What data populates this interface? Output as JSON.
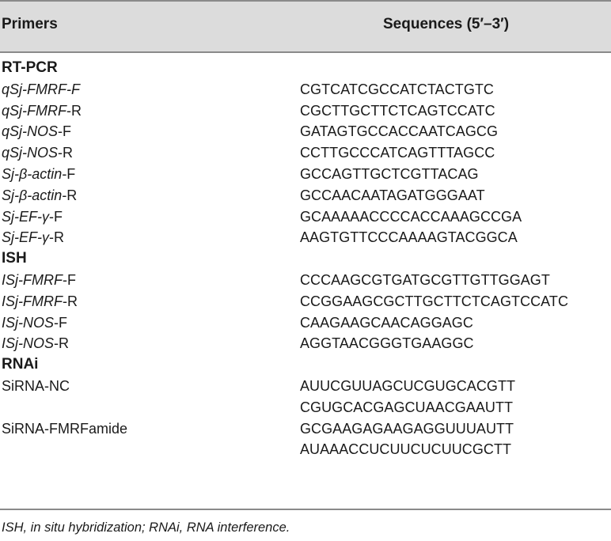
{
  "header": {
    "primers": "Primers",
    "sequences": "Sequences (5′–3′)"
  },
  "rows": [
    {
      "type": "section",
      "label": "RT-PCR"
    },
    {
      "type": "data",
      "primer_it": "qSj-FMRF-F",
      "primer_rest": "",
      "seq": "CGTCATCGCCATCTACTGTC"
    },
    {
      "type": "data",
      "primer_it": "qSj-FMRF",
      "primer_rest": "-R",
      "seq": "CGCTTGCTTCTCAGTCCATC"
    },
    {
      "type": "data",
      "primer_it": "qSj-NOS",
      "primer_rest": "-F",
      "seq": "GATAGTGCCACCAATCAGCG"
    },
    {
      "type": "data",
      "primer_it": "qSj-NOS",
      "primer_rest": "-R",
      "seq": "CCTTGCCCATCAGTTTAGCC"
    },
    {
      "type": "data",
      "primer_it": "Sj-β-actin",
      "primer_rest": "-F",
      "seq": "GCCAGTTGCTCGTTACAG"
    },
    {
      "type": "data",
      "primer_it": "Sj-β-actin",
      "primer_rest": "-R",
      "seq": "GCCAACAATAGATGGGAAT"
    },
    {
      "type": "data",
      "primer_it": "Sj-EF-γ",
      "primer_rest": "-F",
      "seq": "GCAAAAACCCCACCAAAGCCGA"
    },
    {
      "type": "data",
      "primer_it": "Sj-EF-γ",
      "primer_rest": "-R",
      "seq": "AAGTGTTCCCAAAAGTACGGCA"
    },
    {
      "type": "section",
      "label": "ISH"
    },
    {
      "type": "data",
      "primer_it": "ISj-FMRF",
      "primer_rest": "-F",
      "seq": "CCCAAGCGTGATGCGTTGTTGGAGT"
    },
    {
      "type": "data",
      "primer_it": "ISj-FMRF",
      "primer_rest": "-R",
      "seq": "CCGGAAGCGCTTGCTTCTCAGTCCATC"
    },
    {
      "type": "data",
      "primer_it": "ISj-NOS",
      "primer_rest": "-F",
      "seq": "CAAGAAGCAACAGGAGC"
    },
    {
      "type": "data",
      "primer_it": "ISj-NOS",
      "primer_rest": "-R",
      "seq": "AGGTAACGGGTGAAGGC"
    },
    {
      "type": "section",
      "label": "RNAi"
    },
    {
      "type": "data",
      "primer_it": "",
      "primer_rest": "SiRNA-NC",
      "seq": "AUUCGUUAGCUCGUGCACGTT"
    },
    {
      "type": "data",
      "primer_it": "",
      "primer_rest": "",
      "seq": "CGUGCACGAGCUAACGAAUTT"
    },
    {
      "type": "data",
      "primer_it": "",
      "primer_rest": "SiRNA-FMRFamide",
      "seq": "GCGAAGAGAAGAGGUUUAUTT"
    },
    {
      "type": "data",
      "primer_it": "",
      "primer_rest": "",
      "seq": "AUAAACCUCUUCUCUUCGCTT"
    }
  ],
  "footnote": "ISH, in situ hybridization; RNAi, RNA interference.",
  "colors": {
    "header_bg": "#dcdcdc",
    "rule": "#8a8a8a",
    "text": "#1a1a1a"
  }
}
